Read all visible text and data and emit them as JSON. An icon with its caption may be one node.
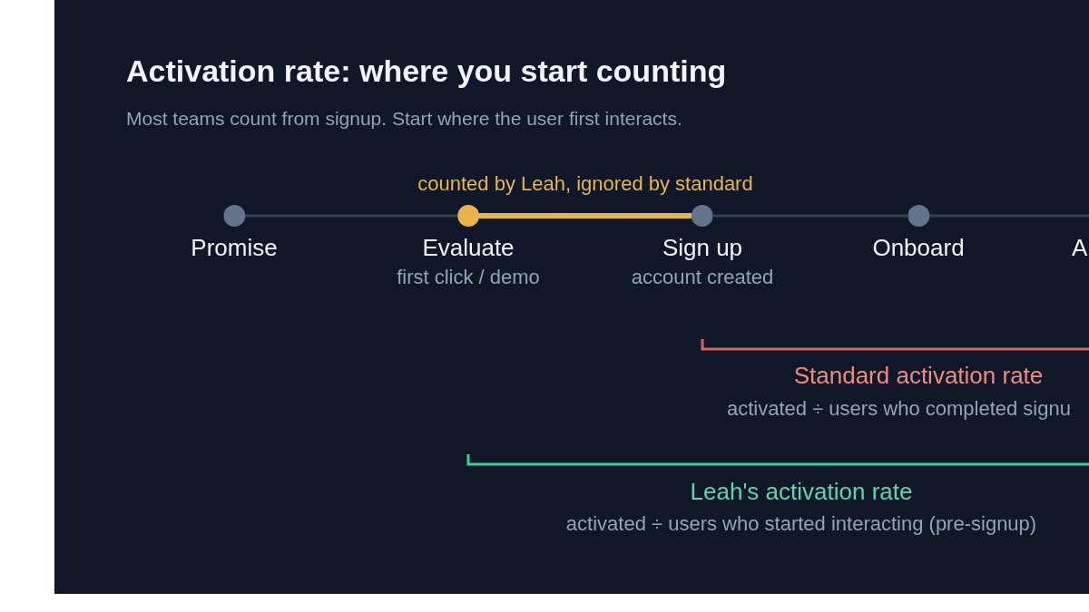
{
  "diagram": {
    "title": "Activation rate: where you start counting",
    "nodes": [
      {
        "text": [
          "Promise"
        ]
      },
      {
        "text": [
          "Evaluate",
          "first click / demo"
        ]
      },
      {
        "text": [
          "Sign up",
          "account created"
        ]
      },
      {
        "text": [
          "Onboard"
        ]
      }
    ],
    "edges": [
      {
        "from": 0,
        "to": 1,
        "arrow": "none"
      },
      {
        "from": 1,
        "to": 2,
        "arrow": "none",
        "label": "counted by Leah, ignored by standard",
        "style": "thick",
        "color": "#e9b44c"
      },
      {
        "from": 2,
        "to": 3,
        "arrow": "none"
      },
      {
        "from": 3,
        "to": null,
        "arrow": "none"
      }
    ],
    "labels": [
      "Most teams count from signup. Start where the user first interacts.",
      "A",
      "Standard activation rate",
      "activated ÷ users who completed signu",
      "Leah's activation rate",
      "activated ÷ users who started interacting (pre-signup)"
    ]
  }
}
